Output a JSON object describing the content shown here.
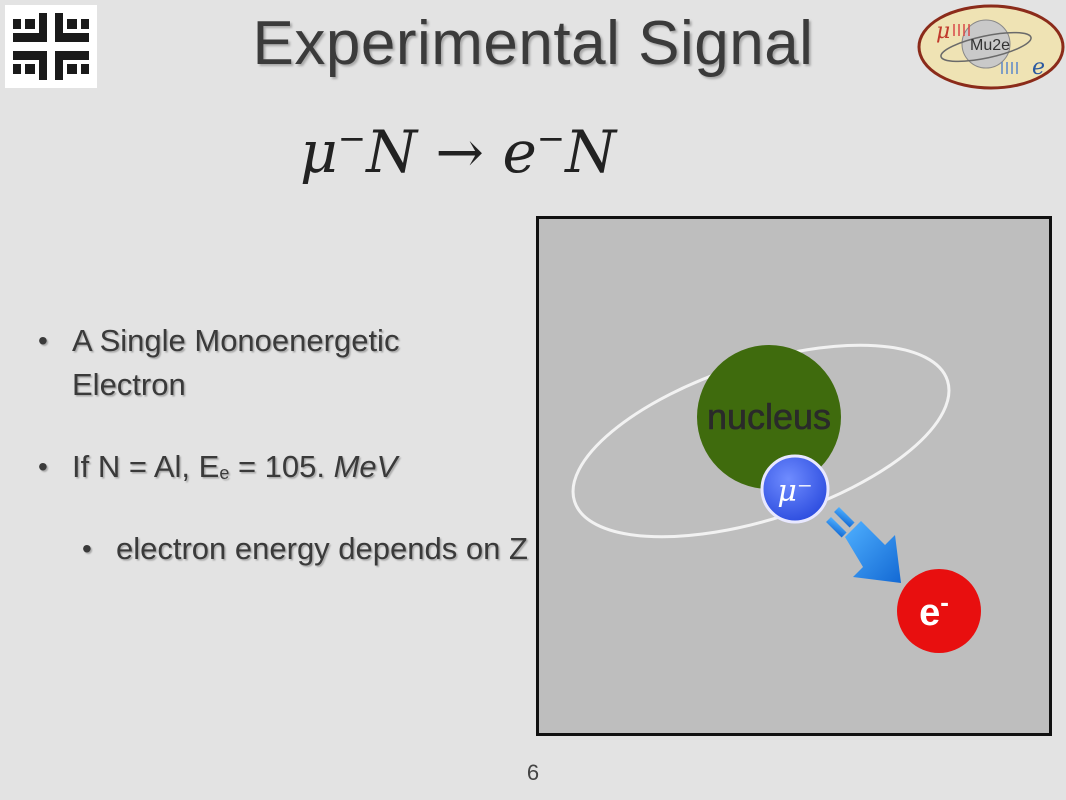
{
  "slide": {
    "title": "Experimental Signal",
    "formula": {
      "lhs_particle": "μ",
      "charge": "−",
      "nucleus": "N",
      "arrow": "→",
      "rhs_particle": "e"
    },
    "bullets": [
      {
        "text": "A Single Monoenergetic Electron"
      },
      {
        "prefix": "If N = Al, E",
        "subscript": "e",
        "equals": " = 105. ",
        "unit": "MeV"
      }
    ],
    "sub_bullets": [
      {
        "text": "electron energy depends on Z"
      }
    ],
    "page_number": "6"
  },
  "figure": {
    "nucleus_label": "nucleus",
    "muon_label": "μ⁻",
    "electron_label": "e",
    "electron_charge": "-",
    "colors": {
      "nucleus": "#3f6b0d",
      "muon": "#3c5fe8",
      "electron": "#e80f0f",
      "arrow": "#1f86e6",
      "orbit": "#f2f2f2",
      "background": "#bebebe"
    }
  },
  "logos": {
    "left": "fermilab-logo",
    "right_text": "Mu2e",
    "right_mu": "μ",
    "right_e": "e"
  }
}
